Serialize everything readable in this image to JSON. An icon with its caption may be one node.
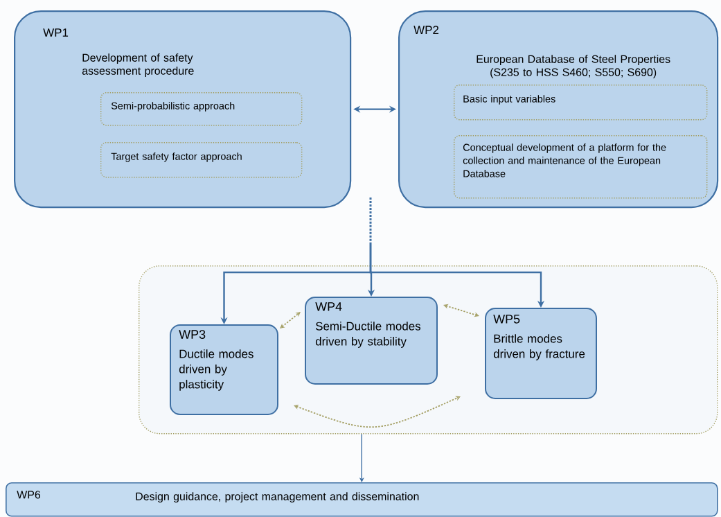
{
  "diagram": {
    "nodes": [
      {
        "text": [
          "WP1",
          "Development of safety assessment procedure"
        ]
      },
      {
        "text": [
          "Semi-probabilistic approach"
        ],
        "in": 0
      },
      {
        "text": [
          "Target safety factor approach"
        ],
        "in": 0
      },
      {
        "text": [
          "WP2",
          "European Database of Steel Properties (S235 to HSS S460; S550; S690)"
        ]
      },
      {
        "text": [
          "Basic input variables"
        ],
        "in": 3
      },
      {
        "text": [
          "Conceptual development of a platform for the collection and maintenance of the European Database"
        ],
        "in": 3
      },
      {
        "text": [],
        "shape": "box"
      },
      {
        "text": [
          "WP3",
          "Ductile modes driven by plasticity"
        ],
        "in": 6
      },
      {
        "text": [
          "WP4",
          "Semi-Ductile modes driven by stability"
        ],
        "in": 6
      },
      {
        "text": [
          "WP5",
          "Brittle modes driven by fracture"
        ],
        "in": 6
      },
      {
        "text": [
          "WP6",
          "Design guidance, project management and dissemination"
        ]
      }
    ],
    "edges": [
      {
        "from": 0,
        "to": 3,
        "arrow": "both"
      },
      {
        "from": null,
        "to": 7,
        "arrow": "to"
      },
      {
        "from": null,
        "to": 8,
        "arrow": "to"
      },
      {
        "from": null,
        "to": 9,
        "arrow": "to"
      },
      {
        "from": 7,
        "to": 8,
        "arrow": "both",
        "style": "dashed",
        "color": "#a39e62"
      },
      {
        "from": 8,
        "to": 9,
        "arrow": "both",
        "style": "dashed",
        "color": "#a39e62"
      },
      {
        "from": 7,
        "to": 9,
        "arrow": "both",
        "style": "dashed",
        "color": "#a39e62"
      },
      {
        "from": 6,
        "to": 10,
        "arrow": "to"
      }
    ]
  }
}
